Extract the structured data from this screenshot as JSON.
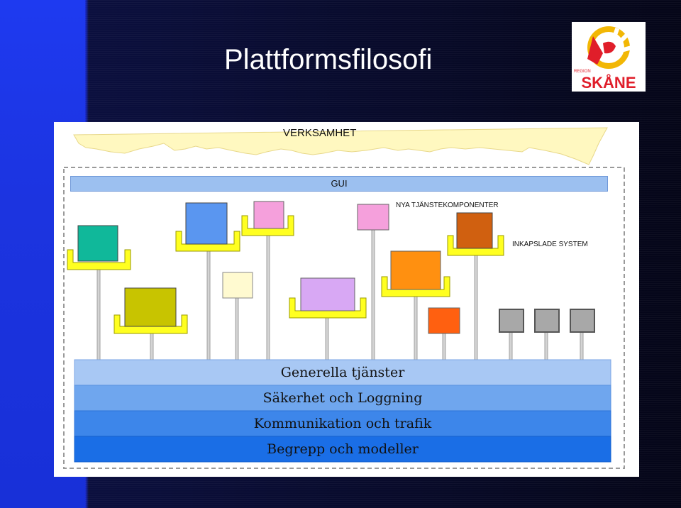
{
  "slide": {
    "title": "Plattformsfilosofi"
  },
  "logo": {
    "small_text": "REGION",
    "word": "SKÅNE",
    "colors": {
      "red": "#e01e2a",
      "yellow": "#f2b705"
    }
  },
  "diagram": {
    "top_label": "VERKSAMHET",
    "gui_label": "GUI",
    "new_components_label": "NYA TJÄNSTEKOMPONENTER",
    "encapsulated_label": "INKAPSLADE SYSTEM",
    "layers": [
      {
        "label": "Generella tjänster",
        "color": "#a8c8f4"
      },
      {
        "label": "Säkerhet och Loggning",
        "color": "#6fa6ee"
      },
      {
        "label": "Kommunikation och trafik",
        "color": "#3d86ea"
      },
      {
        "label": "Begrepp och modeller",
        "color": "#1a6ee6"
      }
    ],
    "component_colors": {
      "teal": "#10b89a",
      "olive": "#c8c400",
      "blue": "#5a96f0",
      "cream": "#fffad0",
      "pink": "#f5a0dc",
      "lavender": "#d8a8f4",
      "orange": "#ff9010",
      "red_orange": "#ff6010",
      "brown": "#d06010",
      "gray": "#a8a8a8",
      "tray_yellow": "#ffff20"
    }
  }
}
